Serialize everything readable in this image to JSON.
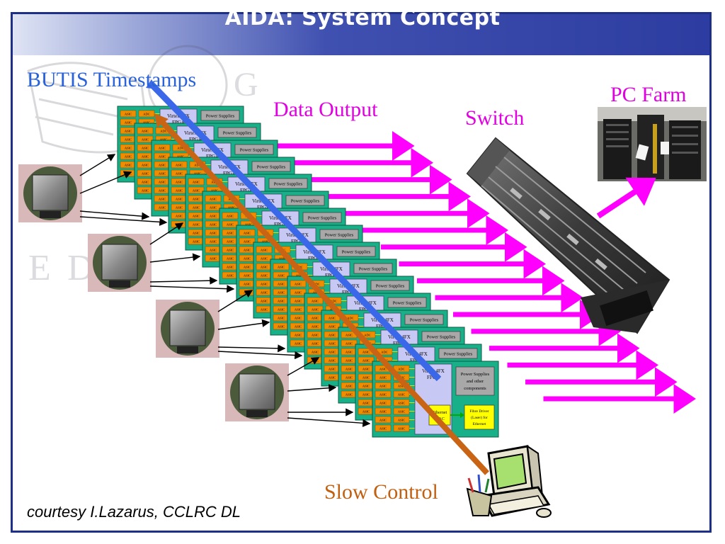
{
  "slide": {
    "title": "AIDA: System Concept",
    "courtesy": "courtesy I.Lazarus, CCLRC DL"
  },
  "labels": {
    "butis": "BUTIS Timestamps",
    "data_output": "Data Output",
    "switch": "Switch",
    "pc_farm": "PC Farm",
    "slow_control": "Slow Control"
  },
  "board": {
    "asic": "ASIC",
    "adc": "ADC",
    "fpga": "Virtex 4FX FPGA",
    "power_short": "Power Supplies",
    "power_full": "Power Supplies and other components",
    "ethernet_mac": "Ethernet MAC",
    "fibre_driver": "Fibre Driver (Laser) for Ethernet"
  },
  "colors": {
    "title_bar": "#2c3ca0",
    "board_green": "#18b088",
    "asic_orange": "#f08c00",
    "fpga_lavender": "#c8c8f4",
    "power_grey": "#a8a8a8",
    "ethernet_yellow": "#ffff00",
    "data_arrow_magenta": "#ff00ff",
    "butis_arrow_blue": "#3060e8",
    "slow_control_arrow_orange": "#c86414"
  },
  "icons": {
    "detector": "silicon-detector-photo",
    "switch": "network-switch-photo",
    "pc_farm": "server-rack-photo",
    "slow_control": "computer-clipart"
  }
}
